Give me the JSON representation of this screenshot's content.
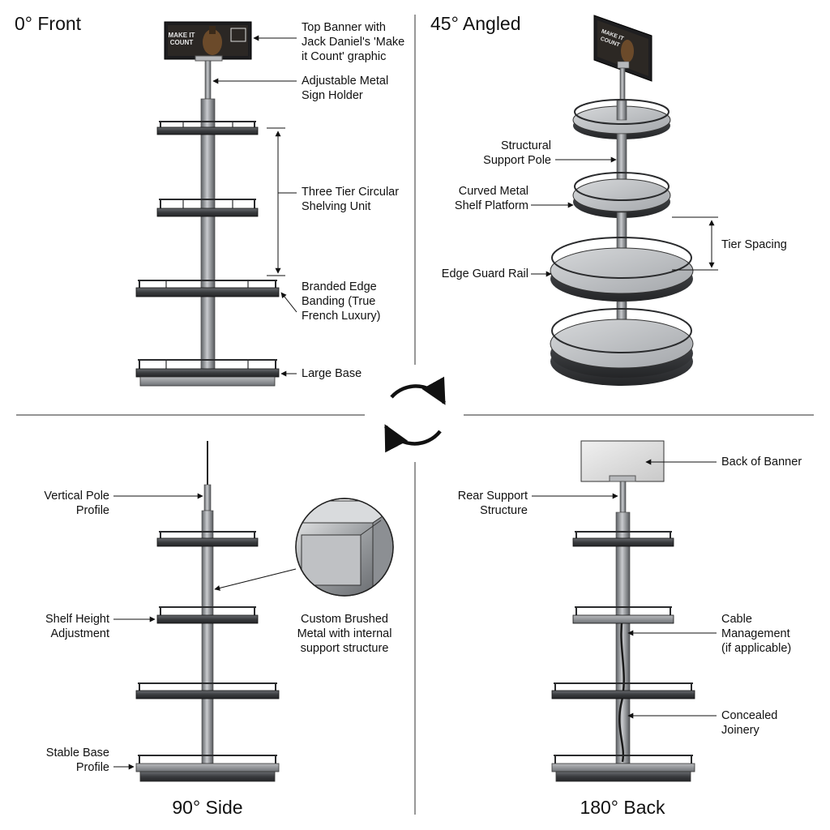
{
  "views": {
    "front": {
      "title": "0° Front",
      "banner_text": "MAKE IT\nCOUNT",
      "labels": {
        "banner": "Top Banner with\nJack Daniel's 'Make\nit Count' graphic",
        "sign_holder": "Adjustable Metal\nSign Holder",
        "three_tier": "Three Tier Circular\nShelving Unit",
        "edge_banding": "Branded Edge\nBanding (True\nFrench Luxury)",
        "large_base": "Large Base"
      }
    },
    "angled": {
      "title": "45° Angled",
      "banner_text": "MAKE IT\nCOUNT",
      "labels": {
        "support_pole": "Structural\nSupport Pole",
        "shelf_platform": "Curved Metal\nShelf Platform",
        "tier_spacing": "Tier Spacing",
        "guard_rail": "Edge Guard Rail"
      }
    },
    "side": {
      "title": "90° Side",
      "labels": {
        "pole_profile": "Vertical Pole\nProfile",
        "height_adjust": "Shelf Height\nAdjustment",
        "brushed_metal": "Custom Brushed\nMetal with internal\nsupport structure",
        "base_profile": "Stable Base\nProfile"
      }
    },
    "back": {
      "title": "180° Back",
      "labels": {
        "banner_back": "Back of Banner",
        "rear_support": "Rear Support\nStructure",
        "cable": "Cable\nManagement\n(if applicable)",
        "joinery": "Concealed\nJoinery"
      }
    }
  },
  "colors": {
    "metal": "#8f9296",
    "metal_dark": "#3a3c3f",
    "rail": "#2a2b2d",
    "platform": "#c4c6c9",
    "divider": "#555555"
  }
}
